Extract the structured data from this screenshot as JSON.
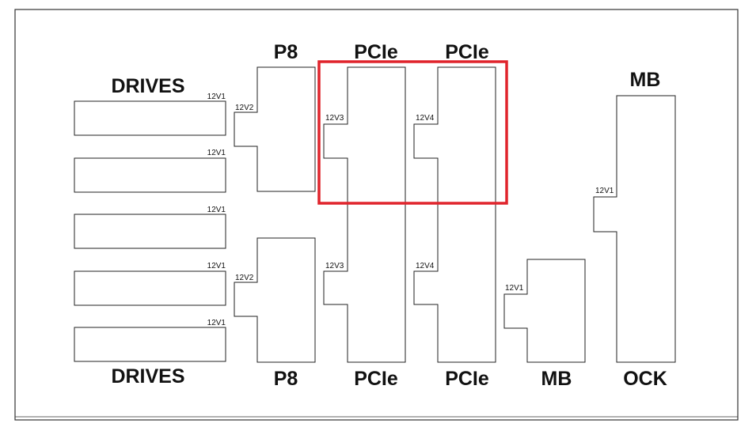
{
  "labels": {
    "drives_top": "DRIVES",
    "drives_bottom": "DRIVES",
    "p8_top": "P8",
    "p8_bottom": "P8",
    "pcie_top_left": "PCIe",
    "pcie_top_right": "PCIe",
    "pcie_bottom_left": "PCIe",
    "pcie_bottom_right": "PCIe",
    "mb_top": "MB",
    "mb_bottom": "MB",
    "ock": "OCK"
  },
  "rails": {
    "drive_1": "12V1",
    "drive_2": "12V1",
    "drive_3": "12V1",
    "drive_4": "12V1",
    "drive_5": "12V1",
    "p8_top": "12V2",
    "p8_bottom": "12V2",
    "pcie_left_top": "12V3",
    "pcie_left_bottom": "12V3",
    "pcie_right_top": "12V4",
    "pcie_right_bottom": "12V4",
    "mb_small": "12V1",
    "ock": "12V1"
  },
  "colors": {
    "highlight": "#e0242c",
    "line": "#222222",
    "text": "#111111"
  }
}
